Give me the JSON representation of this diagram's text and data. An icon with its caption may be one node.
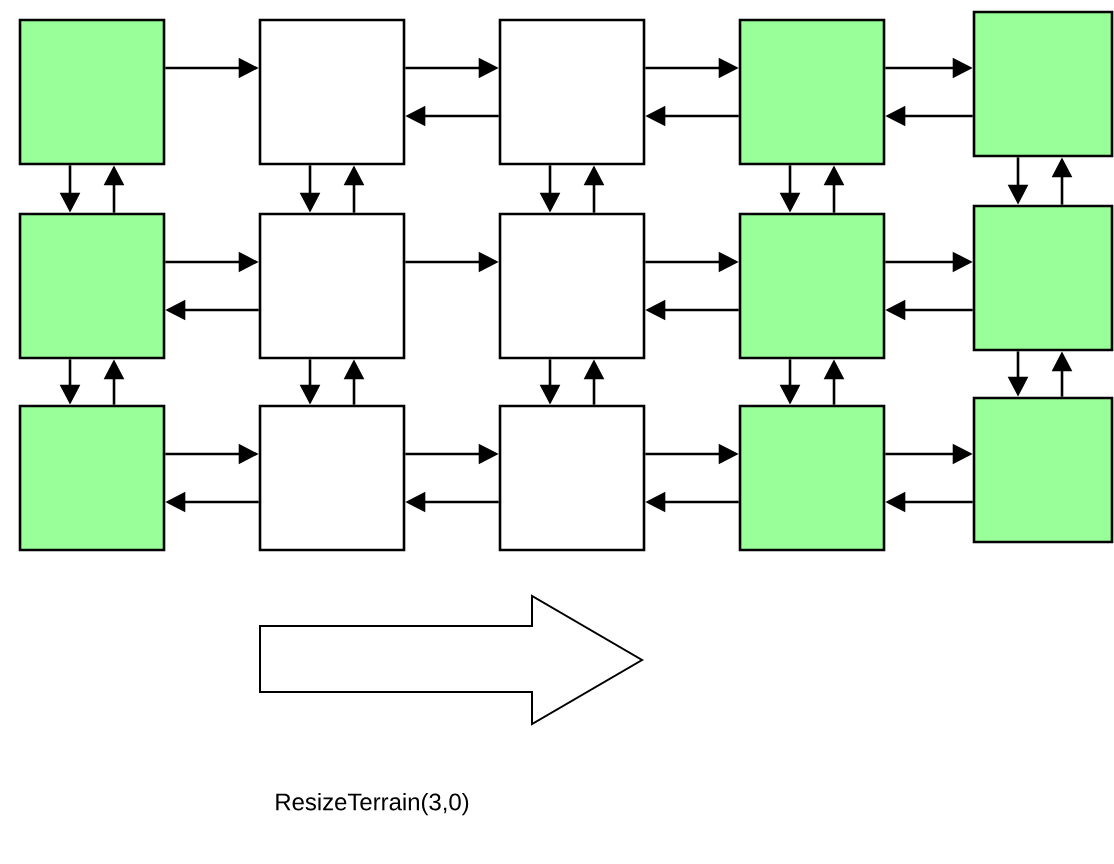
{
  "diagram": {
    "nodes": [
      {
        "text": [],
        "shape": "box"
      },
      {
        "text": [],
        "shape": "box"
      },
      {
        "text": [],
        "shape": "box"
      },
      {
        "text": [],
        "shape": "box"
      },
      {
        "text": [],
        "shape": "box"
      },
      {
        "text": [],
        "shape": "box"
      },
      {
        "text": [],
        "shape": "box"
      },
      {
        "text": [],
        "shape": "box"
      },
      {
        "text": [],
        "shape": "box"
      },
      {
        "text": [],
        "shape": "box"
      },
      {
        "text": [],
        "shape": "box"
      },
      {
        "text": [],
        "shape": "box"
      },
      {
        "text": [],
        "shape": "box"
      },
      {
        "text": [],
        "shape": "box"
      },
      {
        "text": [],
        "shape": "box"
      }
    ],
    "edges": [
      {
        "from": 0,
        "to": 1,
        "arrow": "to"
      },
      {
        "from": 1,
        "to": 2,
        "arrow": "to"
      },
      {
        "from": 2,
        "to": 1,
        "arrow": "to"
      },
      {
        "from": 2,
        "to": 3,
        "arrow": "to"
      },
      {
        "from": 3,
        "to": 2,
        "arrow": "to"
      },
      {
        "from": 3,
        "to": 4,
        "arrow": "to"
      },
      {
        "from": 4,
        "to": 3,
        "arrow": "to"
      },
      {
        "from": 5,
        "to": 6,
        "arrow": "to"
      },
      {
        "from": 6,
        "to": 5,
        "arrow": "to"
      },
      {
        "from": 6,
        "to": 7,
        "arrow": "to"
      },
      {
        "from": 7,
        "to": 8,
        "arrow": "to"
      },
      {
        "from": 8,
        "to": 7,
        "arrow": "to"
      },
      {
        "from": 8,
        "to": 9,
        "arrow": "to"
      },
      {
        "from": 9,
        "to": 8,
        "arrow": "to"
      },
      {
        "from": 10,
        "to": 11,
        "arrow": "to"
      },
      {
        "from": 11,
        "to": 10,
        "arrow": "to"
      },
      {
        "from": 11,
        "to": 12,
        "arrow": "to"
      },
      {
        "from": 12,
        "to": 11,
        "arrow": "to"
      },
      {
        "from": 12,
        "to": 13,
        "arrow": "to"
      },
      {
        "from": 13,
        "to": 12,
        "arrow": "to"
      },
      {
        "from": 13,
        "to": 14,
        "arrow": "to"
      },
      {
        "from": 14,
        "to": 13,
        "arrow": "to"
      },
      {
        "from": 0,
        "to": 5,
        "arrow": "to"
      },
      {
        "from": 5,
        "to": 0,
        "arrow": "to"
      },
      {
        "from": 1,
        "to": 6,
        "arrow": "to"
      },
      {
        "from": 6,
        "to": 1,
        "arrow": "to"
      },
      {
        "from": 2,
        "to": 7,
        "arrow": "to"
      },
      {
        "from": 7,
        "to": 2,
        "arrow": "to"
      },
      {
        "from": 3,
        "to": 8,
        "arrow": "to"
      },
      {
        "from": 8,
        "to": 3,
        "arrow": "to"
      },
      {
        "from": 4,
        "to": 9,
        "arrow": "to"
      },
      {
        "from": 9,
        "to": 4,
        "arrow": "to"
      },
      {
        "from": 5,
        "to": 10,
        "arrow": "to"
      },
      {
        "from": 10,
        "to": 5,
        "arrow": "to"
      },
      {
        "from": 6,
        "to": 11,
        "arrow": "to"
      },
      {
        "from": 11,
        "to": 6,
        "arrow": "to"
      },
      {
        "from": 7,
        "to": 12,
        "arrow": "to"
      },
      {
        "from": 12,
        "to": 7,
        "arrow": "to"
      },
      {
        "from": 8,
        "to": 13,
        "arrow": "to"
      },
      {
        "from": 13,
        "to": 8,
        "arrow": "to"
      },
      {
        "from": 9,
        "to": 14,
        "arrow": "to"
      },
      {
        "from": 14,
        "to": 9,
        "arrow": "to"
      }
    ],
    "labels": [
      "ResizeTerrain(3,0)"
    ]
  }
}
